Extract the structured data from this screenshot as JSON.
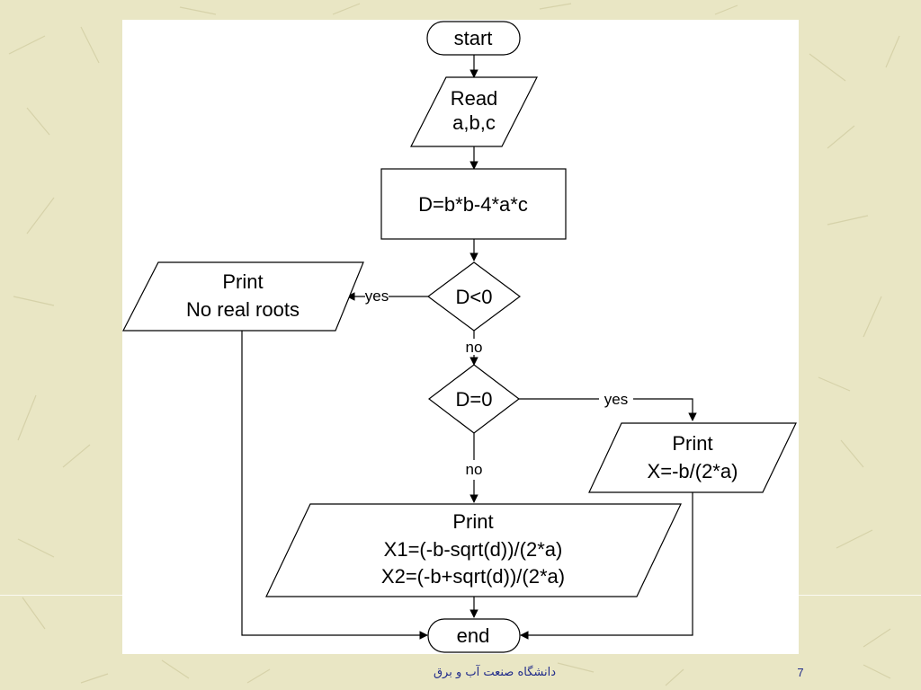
{
  "flowchart": {
    "start": "start",
    "read": [
      "Read",
      "a,b,c"
    ],
    "compute": "D=b*b-4*a*c",
    "decision1": "D<0",
    "yes1": "yes",
    "no1": "no",
    "no_roots": [
      "Print",
      "No real roots"
    ],
    "decision2": "D=0",
    "yes2": "yes",
    "no2": "no",
    "one_root": [
      "Print",
      "X=-b/(2*a)"
    ],
    "two_roots": [
      "Print",
      "X1=(-b-sqrt(d))/(2*a)",
      "X2=(-b+sqrt(d))/(2*a)"
    ],
    "end": "end"
  },
  "footer": {
    "university": "دانشگاه صنعت آب و برق",
    "page_number": "7"
  },
  "colors": {
    "background": "#e9e6c4",
    "footer_text": "#1f2a8a"
  }
}
